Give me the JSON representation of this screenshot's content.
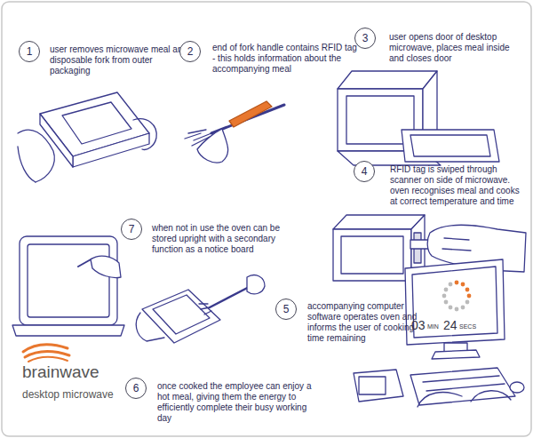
{
  "diagram": {
    "nodes": [
      {
        "text": [
          "1",
          "user removes microwave meal and disposable fork from outer packaging"
        ]
      },
      {
        "text": [
          "2",
          "end of fork handle contains RFID tag - this holds information about the accompanying meal"
        ]
      },
      {
        "text": [
          "3",
          "user opens door of desktop microwave, places meal inside and closes door"
        ]
      },
      {
        "text": [
          "4",
          "RFID tag is swiped through scanner on side of microwave. oven recognises meal and cooks at correct temperature and time"
        ]
      },
      {
        "text": [
          "5",
          "accompanying computer software operates oven and informs the user of cooking time remaining"
        ]
      },
      {
        "text": [
          "6",
          "once cooked the employee can enjoy a hot meal, giving them the energy to efficiently complete their busy working day"
        ]
      },
      {
        "text": [
          "7",
          "when not in use the oven can be stored upright with a secondary function as a notice board"
        ]
      }
    ],
    "labels": [
      "03",
      "MIN",
      "24",
      "SECS",
      "brainwave",
      "desktop microwave"
    ]
  }
}
